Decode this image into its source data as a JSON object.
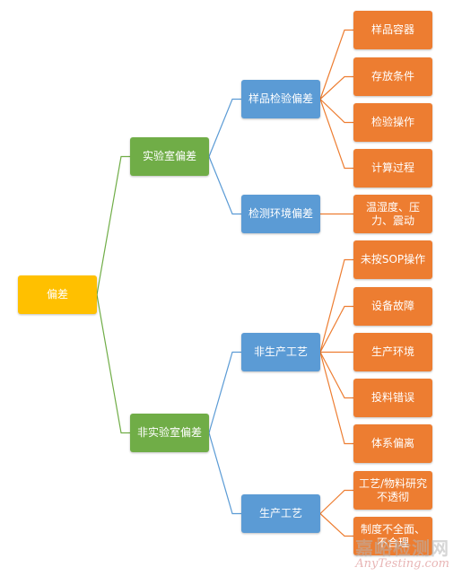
{
  "colors": {
    "root": "#ffc000",
    "level1": "#70ad47",
    "level2": "#5b9bd5",
    "level3": "#ed7d31",
    "link_root": "#70ad47",
    "link_level1": "#5b9bd5",
    "link_level2": "#ed7d31"
  },
  "tree": {
    "label": "偏差",
    "children": [
      {
        "label": "实验室偏差",
        "children": [
          {
            "label": "样品检验偏差",
            "children": [
              {
                "label": "样品容器"
              },
              {
                "label": "存放条件"
              },
              {
                "label": "检验操作"
              },
              {
                "label": "计算过程"
              }
            ]
          },
          {
            "label": "检测环境偏差",
            "children": [
              {
                "label": "温湿度、压力、震动"
              }
            ]
          }
        ]
      },
      {
        "label": "非实验室偏差",
        "children": [
          {
            "label": "非生产工艺",
            "children": [
              {
                "label": "未按SOP操作"
              },
              {
                "label": "设备故障"
              },
              {
                "label": "生产环境"
              },
              {
                "label": "投料错误"
              },
              {
                "label": "体系偏离"
              }
            ]
          },
          {
            "label": "生产工艺",
            "children": [
              {
                "label": "工艺/物料研究不透彻"
              },
              {
                "label": "制度不全面、不合理"
              }
            ]
          }
        ]
      }
    ]
  },
  "watermark": {
    "cn": "嘉峪检测网",
    "en": "AnyTesting.com"
  }
}
